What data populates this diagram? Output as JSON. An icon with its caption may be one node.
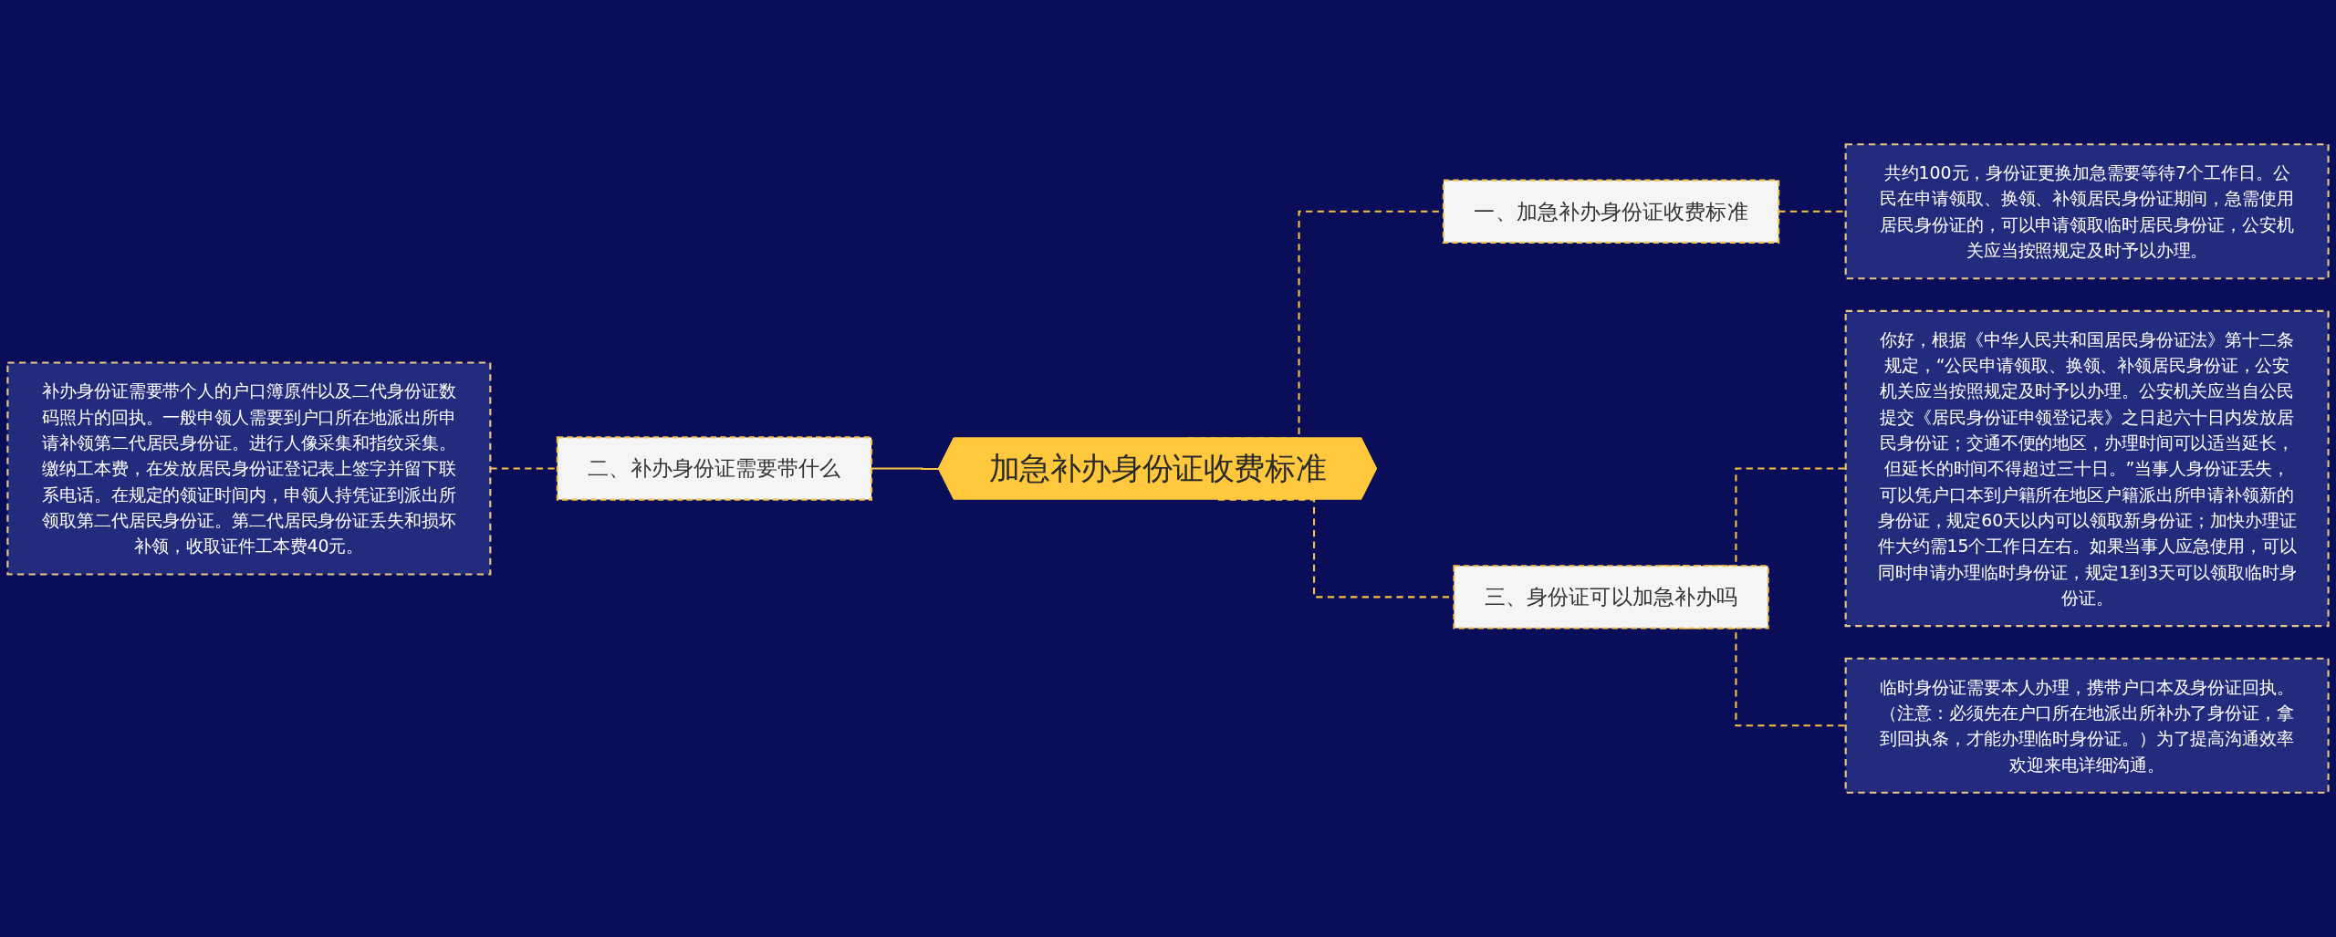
{
  "diagram": {
    "nodes": [
      {
        "text": [
          "加急补办身份证收费标准"
        ]
      },
      {
        "text": [
          "一、加急补办身份证收费标准"
        ]
      },
      {
        "text": [
          "共约100元，身份证更换加急需要等待7个工作日。公民在申请领取、换领、补领居民身份证期间，急需使用居民身份证的，可以申请领取临时居民身份证，公安机关应当按照规定及时予以办理。"
        ]
      },
      {
        "text": [
          "二、补办身份证需要带什么"
        ]
      },
      {
        "text": [
          "补办身份证需要带个人的户口簿原件以及二代身份证数码照片的回执。一般申领人需要到户口所在地派出所申请补领第二代居民身份证。进行人像采集和指纹采集。缴纳工本费，在发放居民身份证登记表上签字并留下联系电话。在规定的领证时间内，申领人持凭证到派出所领取第二代居民身份证。第二代居民身份证丢失和损坏补领，收取证件工本费40元。"
        ]
      },
      {
        "text": [
          "三、身份证可以加急补办吗"
        ]
      },
      {
        "text": [
          "你好，根据《中华人民共和国居民身份证法》第十二条规定，“公民申请领取、换领、补领居民身份证，公安机关应当按照规定及时予以办理。公安机关应当自公民提交《居民身份证申领登记表》之日起六十日内发放居民身份证；交通不便的地区，办理时间可以适当延长，但延长的时间不得超过三十日。”当事人身份证丢失，可以凭户口本到户籍所在地区户籍派出所申请补领新的身份证，规定60天以内可以领取新身份证；加快办理证件大约需15个工作日左右。如果当事人应急使用，可以同时申请办理临时身份证，规定1到3天可以领取临时身份证。"
        ]
      },
      {
        "text": [
          "临时身份证需要本人办理，携带户口本及身份证回执。（注意：必须先在户口所在地派出所补办了身份证，拿到回执条，才能办理临时身份证。）为了提高沟通效率欢迎来电详细沟通。"
        ]
      }
    ],
    "edges": [
      {
        "from": 0,
        "to": 1,
        "arrow": "none",
        "style": "dashed"
      },
      {
        "from": 1,
        "to": 2,
        "arrow": "none",
        "style": "dashed"
      },
      {
        "from": 3,
        "to": 0,
        "arrow": "none"
      },
      {
        "from": 4,
        "to": 3,
        "arrow": "none",
        "style": "dashed"
      },
      {
        "from": 0,
        "to": 5,
        "arrow": "none",
        "style": "dashed"
      },
      {
        "from": 5,
        "to": 6,
        "arrow": "none",
        "style": "dashed"
      },
      {
        "from": 5,
        "to": 7,
        "arrow": "none",
        "style": "dashed"
      }
    ]
  }
}
